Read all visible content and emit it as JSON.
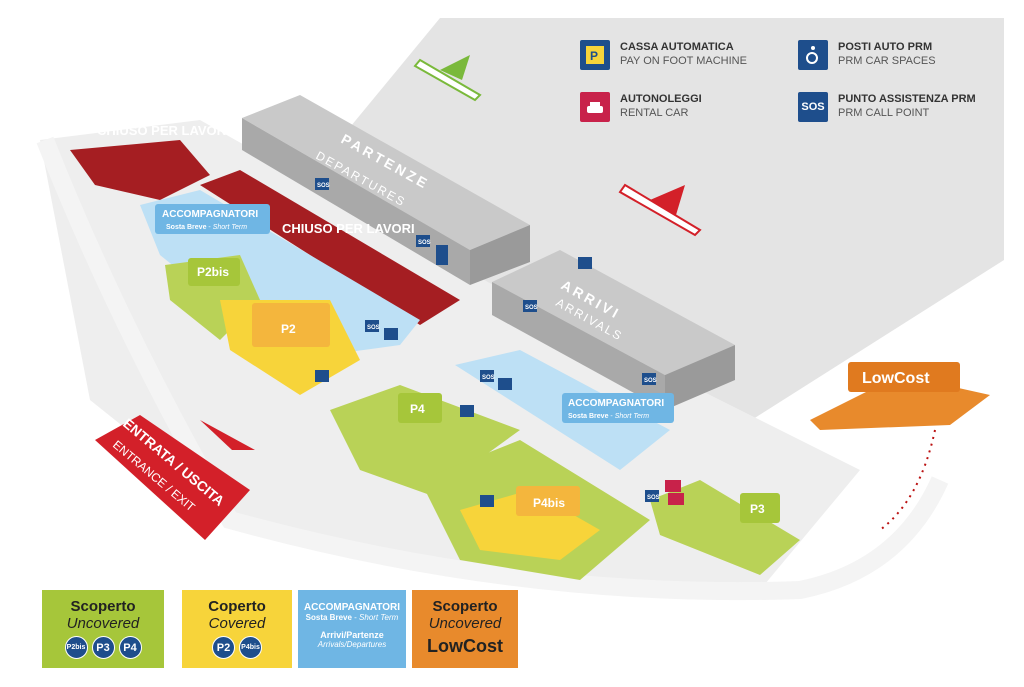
{
  "legend": {
    "pay_machine": {
      "title": "CASSA AUTOMATICA",
      "subtitle": "PAY ON FOOT MACHINE",
      "icon": "pay-machine-icon",
      "color": "#1e4e8c"
    },
    "rental_car": {
      "title": "AUTONOLEGGI",
      "subtitle": "RENTAL CAR",
      "icon": "rental-car-icon",
      "color": "#c8224a"
    },
    "prm_spaces": {
      "title": "POSTI AUTO PRM",
      "subtitle": "PRM CAR SPACES",
      "icon": "wheelchair-icon",
      "color": "#1e4e8c"
    },
    "prm_call": {
      "title": "PUNTO ASSISTENZA PRM",
      "subtitle": "PRM CALL POINT",
      "icon": "sos-icon",
      "icon_text": "SOS",
      "color": "#1e4e8c"
    }
  },
  "map": {
    "closed_1": "CHIUSO PER LAVORI",
    "closed_2": "CHIUSO PER LAVORI",
    "departures_it": "PARTENZE",
    "departures_en": "DEPARTURES",
    "arrivals_it": "ARRIVI",
    "arrivals_en": "ARRIVALS",
    "sos": "SOS",
    "accompanying_1": {
      "title": "ACCOMPAGNATORI",
      "sub_it": "Sosta Breve",
      "sep": " - ",
      "sub_en": "Short Term"
    },
    "accompanying_2": {
      "title": "ACCOMPAGNATORI",
      "sub_it": "Sosta Breve",
      "sep": " - ",
      "sub_en": "Short Term"
    },
    "p2bis": "P2bis",
    "p2": "P2",
    "p4": "P4",
    "p4bis": "P4bis",
    "p3": "P3",
    "lowcost": "LowCost",
    "entrance_it": "ENTRATA / USCITA",
    "entrance_en": "ENTRANCE / EXIT"
  },
  "bottom_legend": {
    "uncovered": {
      "title": "Scoperto",
      "subtitle": "Uncovered",
      "badges": [
        "P2bis",
        "P3",
        "P4"
      ],
      "color": "#a6c63a"
    },
    "covered": {
      "title": "Coperto",
      "subtitle": "Covered",
      "badges": [
        "P2",
        "P4bis"
      ],
      "color": "#f7d43a"
    },
    "accompanying": {
      "title": "ACCOMPAGNATORI",
      "sub_it": "Sosta Breve",
      "sep": " - ",
      "sub_en": "Short Term",
      "line3": "Arrivi/Partenze",
      "line4": "Arrivals/Departures",
      "color": "#6fb6e4"
    },
    "lowcost": {
      "title": "Scoperto",
      "subtitle": "Uncovered",
      "logo": "LowCost",
      "color": "#e88a2c"
    }
  },
  "colors": {
    "apron": "#e3e3e3",
    "terminal": "#b4b4b4",
    "uncovered": "#b9d257",
    "covered": "#f7d43a",
    "short_term": "#bde0f5",
    "closed": "#a51e22",
    "lowcost": "#e88a2c",
    "blue_icon": "#1e4e8c",
    "entrance": "#d32029"
  }
}
